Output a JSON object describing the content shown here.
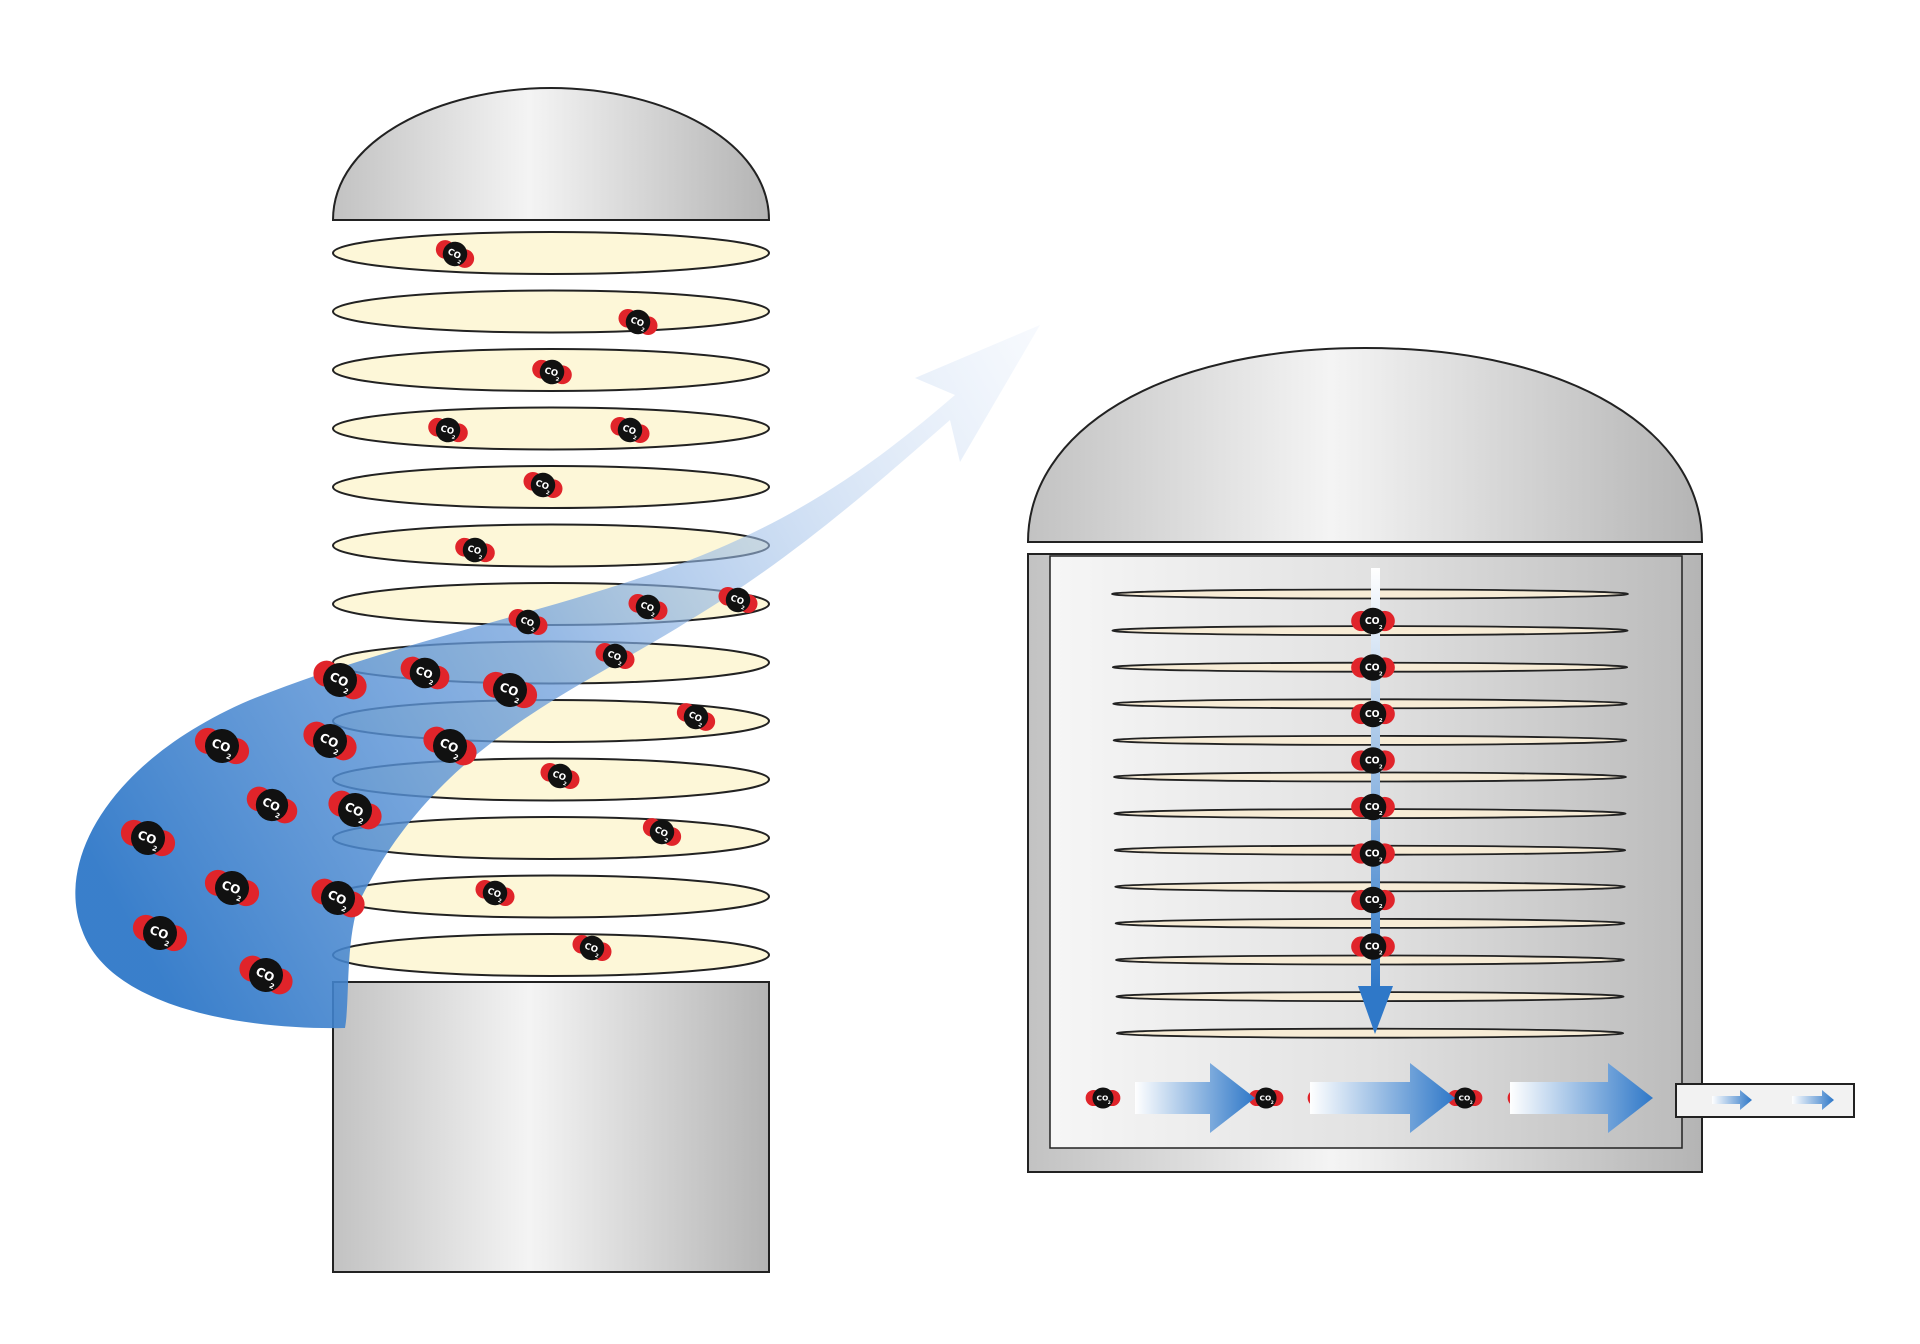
{
  "molecule": {
    "label": "CO",
    "subscript": "2",
    "atom_center_color": "#111111",
    "atom_side_color": "#e0242a"
  },
  "colors": {
    "tray_fill": "#fdf7d8",
    "tray_fill_right": "#f7ecd6",
    "tray_stroke": "#222222",
    "metal_light": "#f4f4f4",
    "metal_dark": "#b9b9b9",
    "flow_blue": "#2f78c8",
    "flow_blue_light": "#d9e6f6"
  },
  "left_stack": {
    "tray_count": 13
  },
  "right_vessel": {
    "tray_count": 13
  }
}
